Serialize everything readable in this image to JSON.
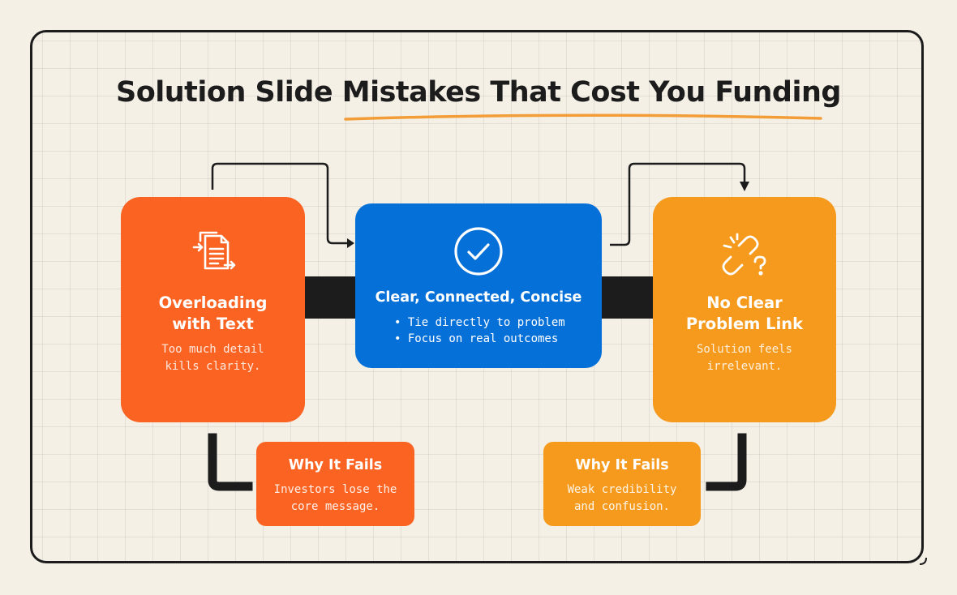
{
  "title": {
    "part1": "Solution Slide ",
    "part2": "Mistakes That Cost You Funding",
    "underline_color": "#f29d38"
  },
  "cards": {
    "left": {
      "icon": "document-transfer-icon",
      "title_line1": "Overloading",
      "title_line2": "with Text",
      "desc_line1": "Too much detail",
      "desc_line2": "kills clarity.",
      "color": "#fa6322"
    },
    "middle": {
      "icon": "check-circle-icon",
      "title": "Clear, Connected, Concise",
      "bullets": [
        "Tie directly to problem",
        "Focus on real outcomes"
      ],
      "color": "#0670d9"
    },
    "right": {
      "icon": "broken-link-question-icon",
      "title_line1": "No Clear",
      "title_line2": "Problem Link",
      "desc_line1": "Solution feels",
      "desc_line2": "irrelevant.",
      "color": "#f59a1c"
    }
  },
  "why": {
    "left": {
      "title": "Why It Fails",
      "desc_line1": "Investors lose the",
      "desc_line2": "core message."
    },
    "right": {
      "title": "Why It Fails",
      "desc_line1": "Weak credibility",
      "desc_line2": "and confusion."
    }
  },
  "colors": {
    "background": "#f5f0e6",
    "ink": "#1c1c1c",
    "orange": "#fa6322",
    "blue": "#0670d9",
    "amber": "#f59a1c"
  }
}
